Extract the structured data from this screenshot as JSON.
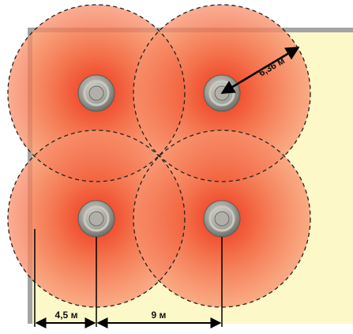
{
  "colors": {
    "room_fill": "#fdf8c8",
    "wall": "#a0a0a0",
    "zone_inner": "#f04a28",
    "zone_outer": "#fa8a60",
    "zone_border": "#222222",
    "detector": "#9a9a92",
    "dimension": "#000000"
  },
  "icons": {
    "detector": "smoke-detector-icon"
  },
  "dimensions": {
    "radius_label": "6,36 м",
    "wall_offset_label": "4,5 м",
    "spacing_label": "9 м"
  }
}
